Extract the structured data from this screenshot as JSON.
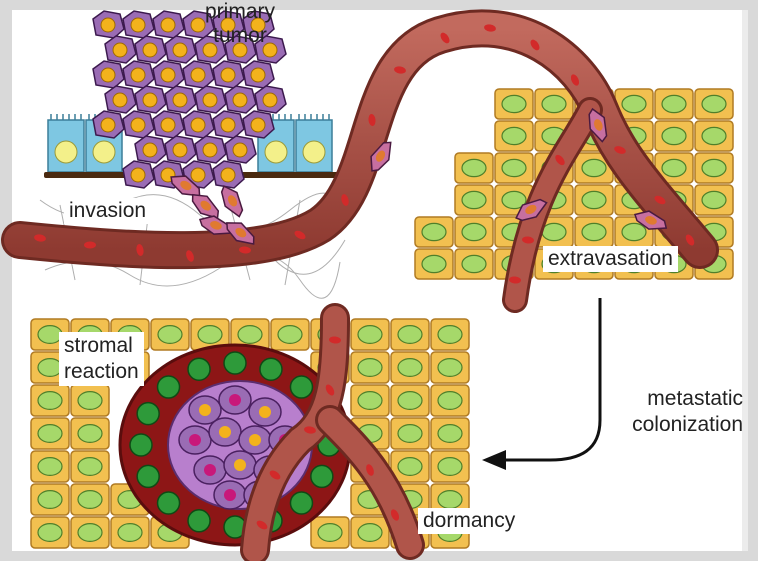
{
  "labels": {
    "primary_tumor": "primary\ntumor",
    "invasion": "invasion",
    "extravasation": "extravasation",
    "stromal_reaction": "stromal\nreaction",
    "metastatic_colonization": "metastatic\ncolonization",
    "dormancy": "dormancy"
  },
  "colors": {
    "vessel": "#a2483f",
    "vessel_dark": "#6e2a22",
    "rbc": "#d22a2a",
    "tissue_cell": "#f2c050",
    "tissue_border": "#b07a22",
    "tissue_nucleus": "#a6d86a",
    "tumor_cell": "#9a6cb4",
    "tumor_nucleus": "#f3b21c",
    "epithelium": "#7ec7e2",
    "epithelium_nucleus": "#f3f08a",
    "stroma_ring": "#9e1b1b",
    "stroma_nucleus": "#2e9a3a",
    "dormant_nucleus": "#c8187a",
    "membrane": "#4a2a10"
  }
}
